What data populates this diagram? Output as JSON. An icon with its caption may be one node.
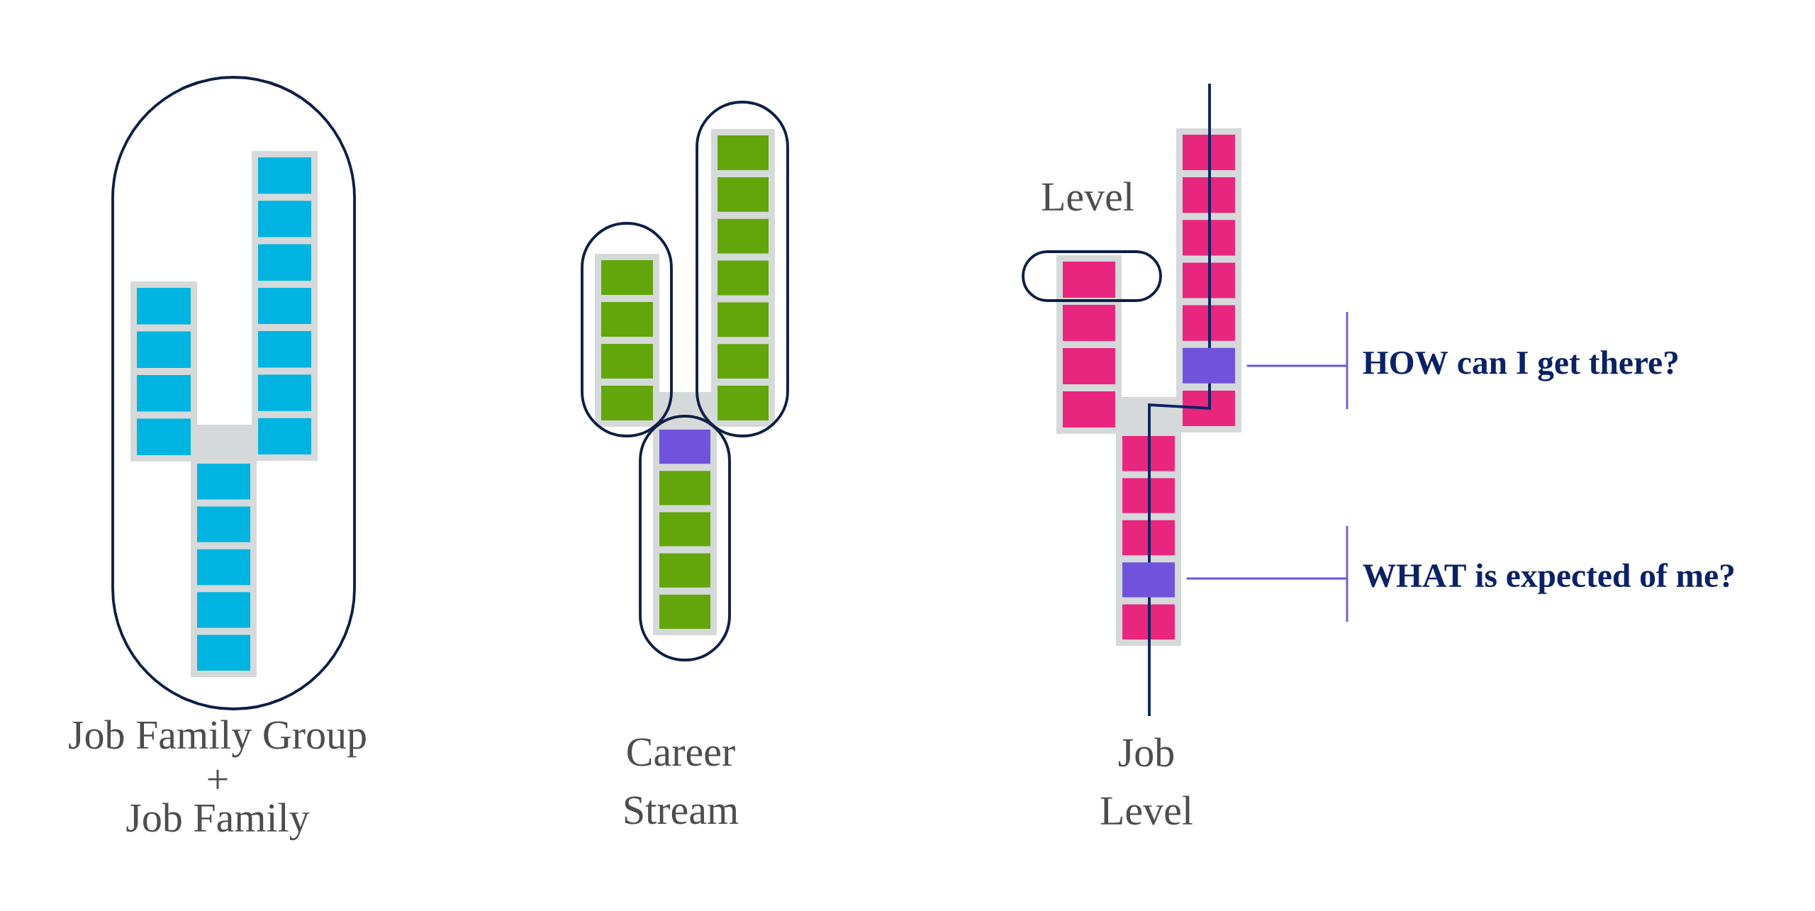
{
  "diagram": {
    "nodes": [
      {
        "text": [
          "HOW can I get there?"
        ]
      },
      {
        "text": [],
        "shape": "box"
      },
      {
        "text": [
          "WHAT is expected of me?"
        ]
      },
      {
        "text": [],
        "shape": "box"
      }
    ],
    "edges": [
      {
        "from": 0,
        "to": 1,
        "arrow": "none",
        "color": "#6e55dc"
      },
      {
        "from": 2,
        "to": 3,
        "arrow": "none",
        "color": "#6e55dc"
      }
    ],
    "labels": [
      "Level",
      "Job Family Group",
      "+",
      "Job Family",
      "Career",
      "Stream",
      "Job",
      "Level"
    ]
  }
}
